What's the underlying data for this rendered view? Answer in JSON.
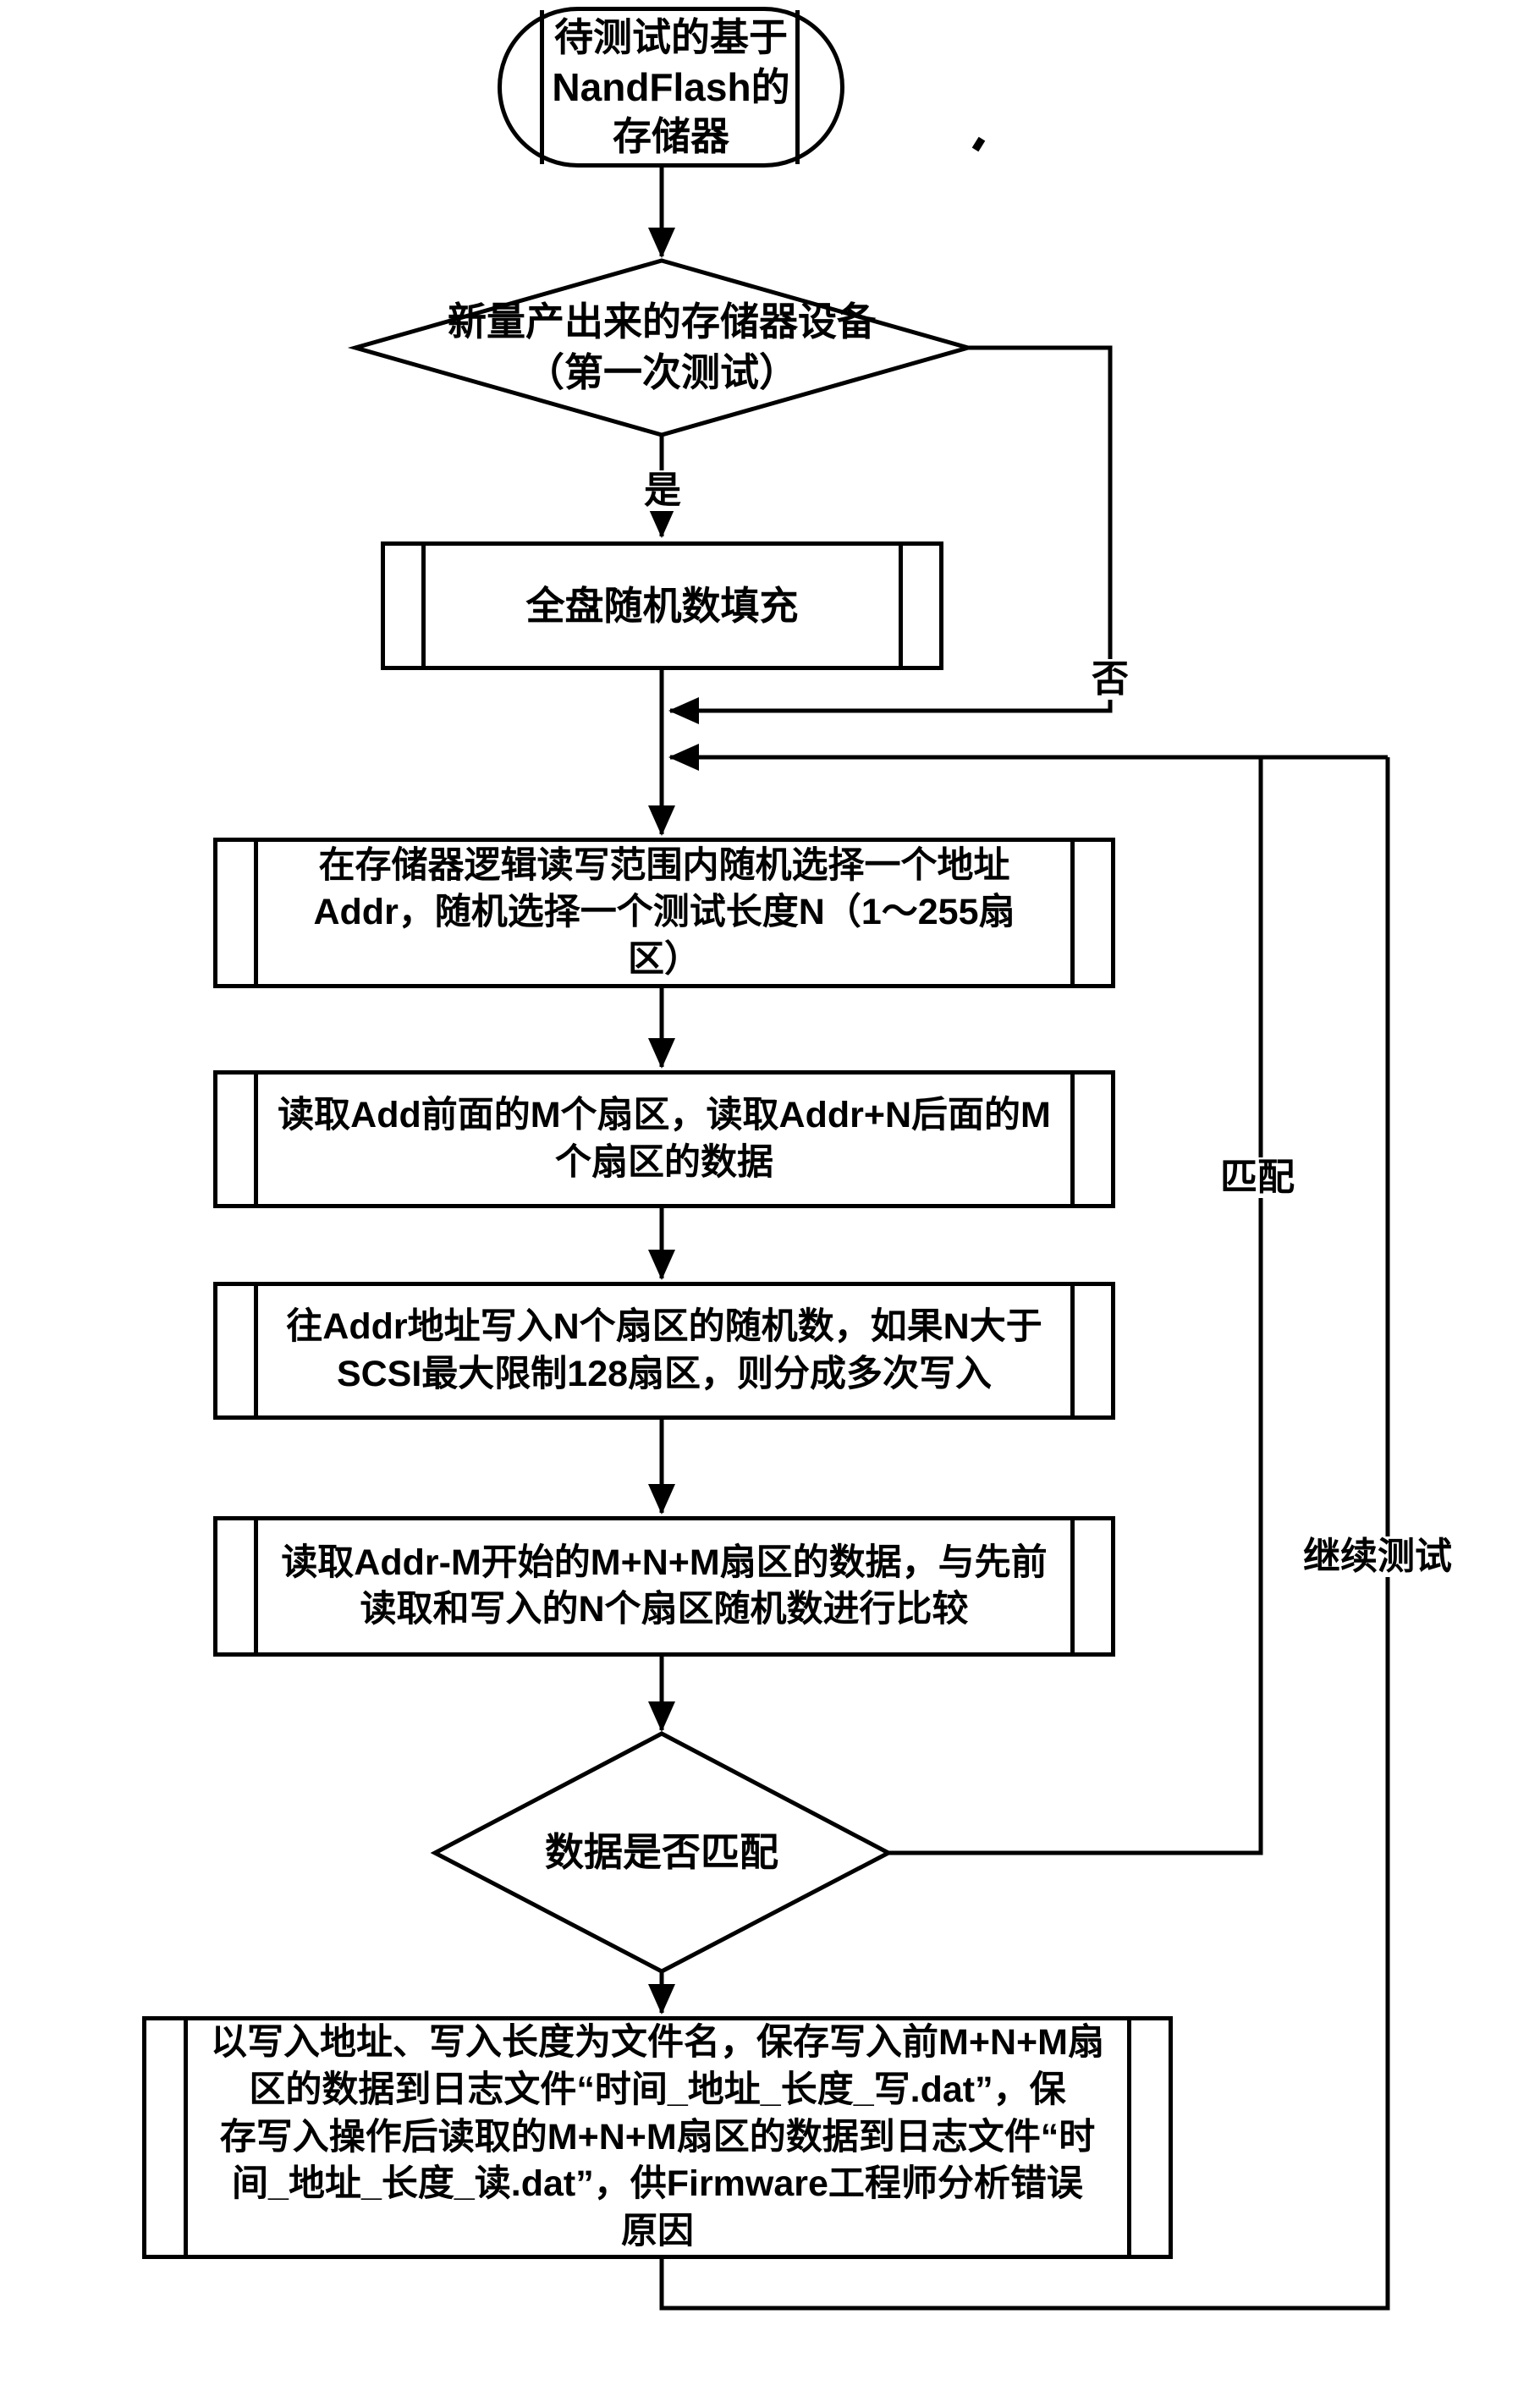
{
  "figure": {
    "title_hint": "NandFlash storage tester flowchart (patent figure)",
    "colors": {
      "stroke": "#000000",
      "background": "#ffffff"
    },
    "nodes": {
      "start_terminal": {
        "text": "待测试的基于\nNandFlash的\n存储器"
      },
      "first_test_decision": {
        "text": "新量产出来的存储器设备\n（第一次测试）"
      },
      "fill_random": {
        "text": "全盘随机数填充"
      },
      "pick_address": {
        "text": "在存储器逻辑读写范围内随机选择一个地址\nAddr，随机选择一个测试长度N（1～255扇\n区）"
      },
      "read_adjacent": {
        "text": "读取Add前面的M个扇区，读取Addr+N后面的M\n个扇区的数据"
      },
      "write_random": {
        "text": "往Addr地址写入N个扇区的随机数，如果N大于\nSCSI最大限制128扇区，则分成多次写入"
      },
      "read_compare": {
        "text": "读取Addr-M开始的M+N+M扇区的数据，与先前\n读取和写入的N个扇区随机数进行比较"
      },
      "match_decision": {
        "text": "数据是否匹配"
      },
      "save_log": {
        "text": "以写入地址、写入长度为文件名，保存写入前M+N+M扇\n区的数据到日志文件“时间_地址_长度_写.dat”，保\n存写入操作后读取的M+N+M扇区的数据到日志文件“时\n间_地址_长度_读.dat”，供Firmware工程师分析错误\n原因"
      }
    },
    "edge_labels": {
      "yes": "是",
      "no": "否",
      "match": "匹配",
      "continue_test": "继续测试"
    }
  }
}
